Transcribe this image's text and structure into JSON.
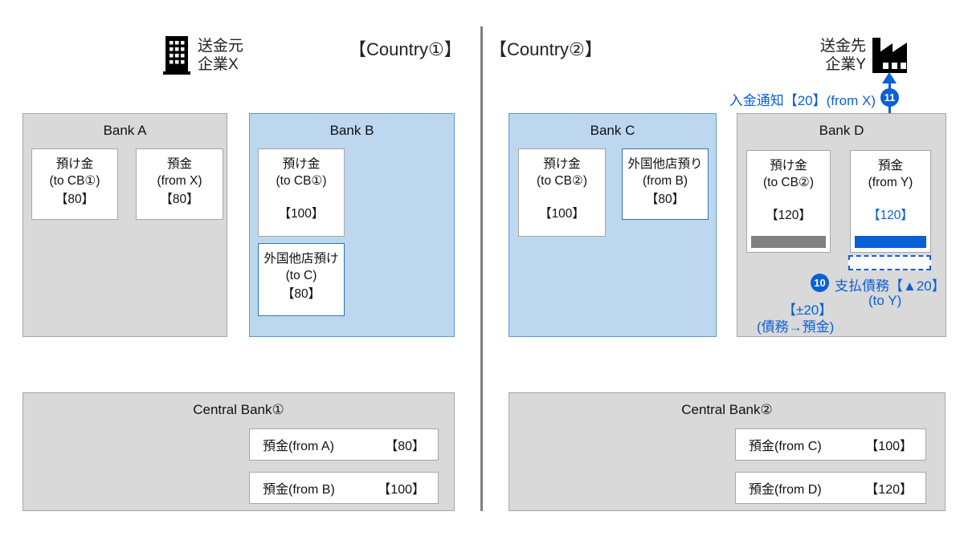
{
  "palette": {
    "accent_blue": "#0b5fd7",
    "gray_box_fill": "#d9d9d9",
    "gray_box_border": "#a6a6a6",
    "blue_box_fill": "#bdd7ee",
    "blue_box_border": "#5b9bd5",
    "bar_gray": "#808080",
    "divider_gray": "#7f7f7f"
  },
  "header": {
    "sender_role": "送金元",
    "sender_name": "企業X",
    "sender_icon": "office-building-icon",
    "country1": "【Country①】",
    "country2": "【Country②】",
    "receiver_role": "送金先",
    "receiver_name": "企業Y",
    "receiver_icon": "factory-icon"
  },
  "notice": {
    "badge": "11",
    "text": "入金通知【20】(from X)"
  },
  "bank_a": {
    "title": "Bank A",
    "card1": {
      "l1": "預け金",
      "l2": "(to CB①)",
      "amount": "【80】"
    },
    "card2": {
      "l1": "預金",
      "l2": "(from X)",
      "amount": "【80】"
    }
  },
  "bank_b": {
    "title": "Bank B",
    "card1": {
      "l1": "預け金",
      "l2": "(to CB①)",
      "amount": "【100】"
    },
    "card2": {
      "l1": "外国他店預け",
      "l2": "(to C)",
      "amount": "【80】"
    }
  },
  "bank_c": {
    "title": "Bank C",
    "card1": {
      "l1": "預け金",
      "l2": "(to CB②)",
      "amount": "【100】"
    },
    "card2": {
      "l1": "外国他店預り",
      "l2": "(from B)",
      "amount": "【80】"
    }
  },
  "bank_d": {
    "title": "Bank D",
    "card1": {
      "l1": "預け金",
      "l2": "(to CB②)",
      "amount": "【120】"
    },
    "card2": {
      "l1": "預金",
      "l2": "(from Y)",
      "amount": "【120】"
    },
    "badge": "10",
    "obligation_l1": "支払債務【▲20】",
    "obligation_l2": "(to Y)",
    "change_l1": "【±20】",
    "change_l2": "(債務→預金)"
  },
  "central_bank_1": {
    "title": "Central Bank①",
    "row1": {
      "label": "預金(from A)",
      "amount": "【80】"
    },
    "row2": {
      "label": "預金(from B)",
      "amount": "【100】"
    }
  },
  "central_bank_2": {
    "title": "Central Bank②",
    "row1": {
      "label": "預金(from C)",
      "amount": "【100】"
    },
    "row2": {
      "label": "預金(from D)",
      "amount": "【120】"
    }
  }
}
